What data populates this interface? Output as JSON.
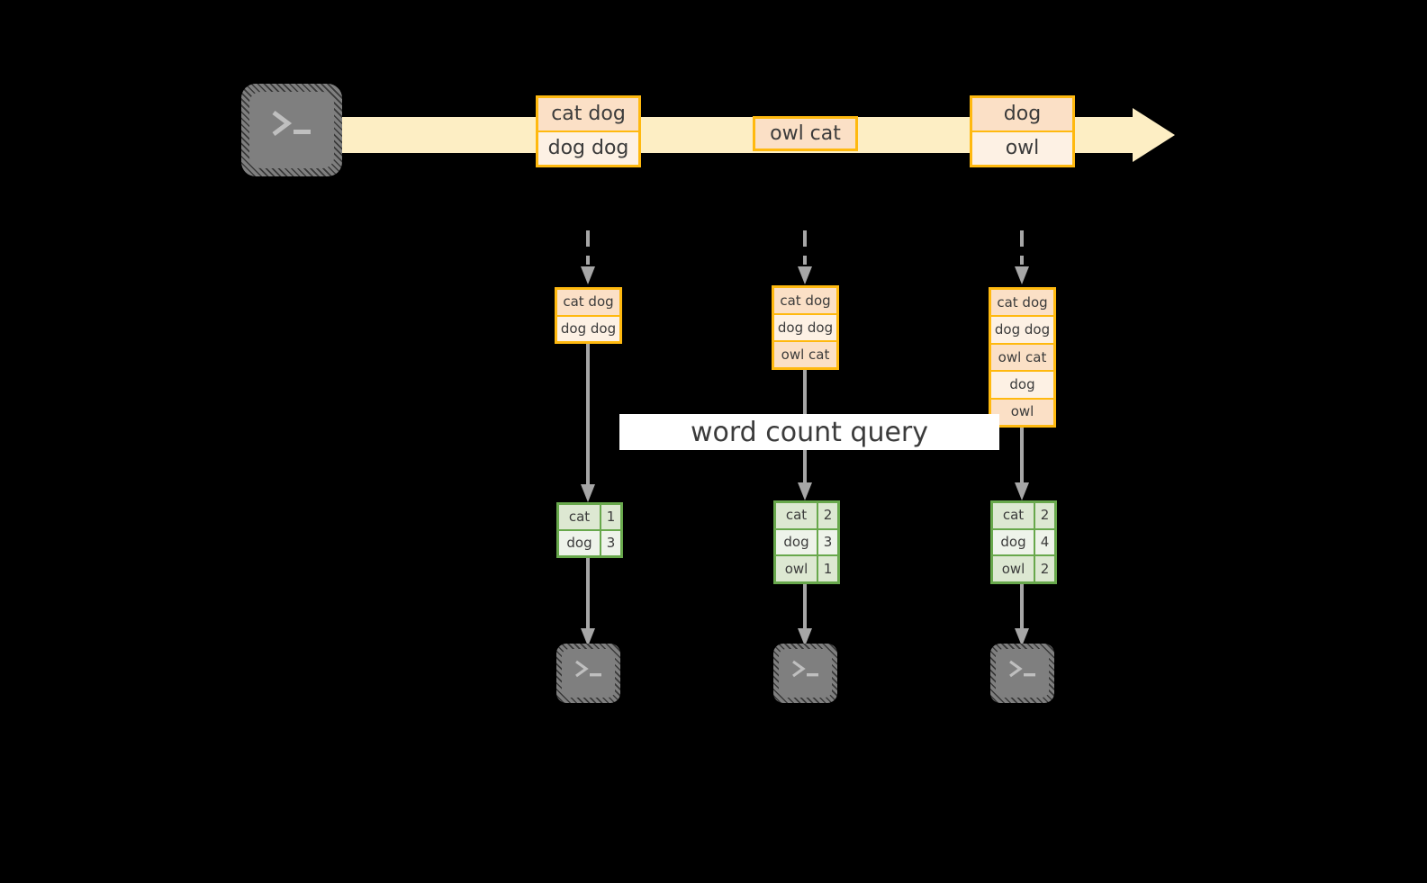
{
  "diagram": {
    "title_label": "word count query",
    "colors": {
      "background": "#000000",
      "event_border": "#ffb90f",
      "event_fill_dark": "#fbe0c6",
      "event_fill_light": "#fdf1e4",
      "stream_arrow_fill": "#fdeec4",
      "result_border": "#68a84c",
      "result_fill_dark": "#dde8d2",
      "result_fill_light": "#eef3ea",
      "connector": "#a6a6a6",
      "terminal_fill": "#7f7f7f",
      "text": "#3b3b3b",
      "banner_fill": "#ffffff"
    },
    "source": {
      "icon": "terminal-icon",
      "prompt_glyph": ">_"
    },
    "stream": {
      "direction": "left-to-right",
      "events": [
        {
          "id": "event-group-1",
          "lines": [
            "cat dog",
            "dog dog"
          ]
        },
        {
          "id": "event-group-2",
          "lines": [
            "owl cat"
          ]
        },
        {
          "id": "event-group-3",
          "lines": [
            "dog",
            "owl"
          ]
        }
      ]
    },
    "columns": [
      {
        "id": "snapshot-1",
        "buffer_lines": [
          "cat dog",
          "dog dog"
        ],
        "result_header": null,
        "result_rows": [
          {
            "word": "cat",
            "count": "1"
          },
          {
            "word": "dog",
            "count": "3"
          }
        ],
        "sink_icon": "terminal-icon",
        "sink_prompt_glyph": ">_"
      },
      {
        "id": "snapshot-2",
        "buffer_lines": [
          "cat dog",
          "dog dog",
          "owl cat"
        ],
        "result_header": null,
        "result_rows": [
          {
            "word": "cat",
            "count": "2"
          },
          {
            "word": "dog",
            "count": "3"
          },
          {
            "word": "owl",
            "count": "1"
          }
        ],
        "sink_icon": "terminal-icon",
        "sink_prompt_glyph": ">_"
      },
      {
        "id": "snapshot-3",
        "buffer_lines": [
          "cat dog",
          "dog dog",
          "owl cat",
          "dog",
          "owl"
        ],
        "result_header": null,
        "result_rows": [
          {
            "word": "cat",
            "count": "2"
          },
          {
            "word": "dog",
            "count": "4"
          },
          {
            "word": "owl",
            "count": "2"
          }
        ],
        "sink_icon": "terminal-icon",
        "sink_prompt_glyph": ">_"
      }
    ]
  }
}
